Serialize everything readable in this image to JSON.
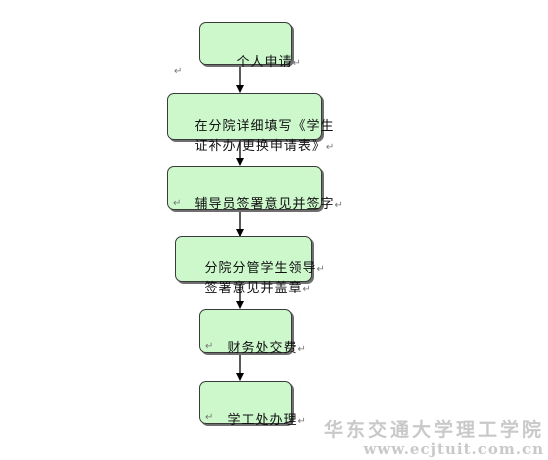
{
  "flowchart": {
    "steps": [
      {
        "line1": "个人申请",
        "line2": ""
      },
      {
        "line1": "在分院详细填写《学生",
        "line2": "证补办/更换申请表》"
      },
      {
        "line1": "辅导员签署意见并签字",
        "line2": ""
      },
      {
        "line1": "分院分管学生领导",
        "line2": "签署意见并盖章"
      },
      {
        "line1": "财务处交费",
        "line2": ""
      },
      {
        "line1": "学工处办理",
        "line2": ""
      }
    ],
    "paragraph_mark": "↵"
  },
  "watermark": {
    "name": "华东交通大学理工学院",
    "url": "www.ecjtuit.com.cn"
  },
  "colors": {
    "box_fill": "#ccf8cc",
    "box_border": "#3a3a3a",
    "arrow": "#000000",
    "watermark": "#c9c9c9"
  }
}
